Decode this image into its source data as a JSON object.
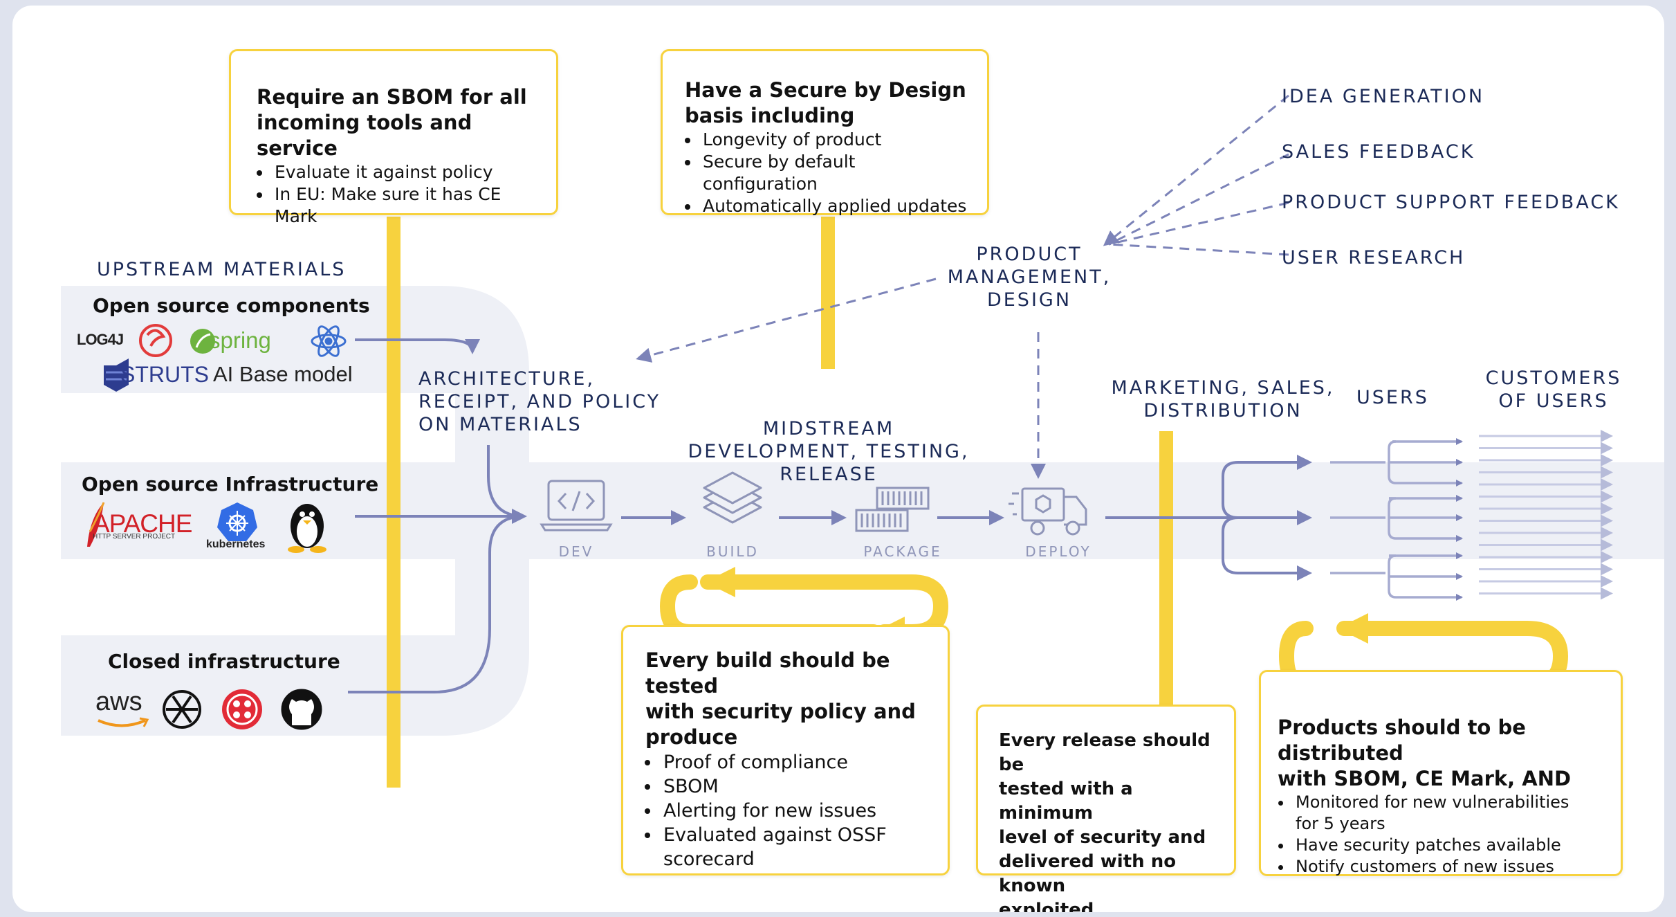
{
  "upstream": {
    "title": "UPSTREAM MATERIALS",
    "open_source_components": {
      "title": "Open source components",
      "logos": [
        "LOG4J",
        "spring",
        "STRUTS",
        "AI Base model"
      ],
      "icons": [
        "log4j-icon",
        "spring-leaf-icon",
        "react-atom-icon",
        "struts-icon"
      ]
    },
    "open_source_infrastructure": {
      "title": "Open source Infrastructure",
      "logos": [
        "APACHE",
        "HTTP SERVER PROJECT",
        "kubernetes"
      ],
      "icons": [
        "apache-feather-icon",
        "kubernetes-icon",
        "linux-penguin-icon"
      ]
    },
    "closed_infrastructure": {
      "title": "Closed infrastructure",
      "logos": [
        "aws"
      ],
      "icons": [
        "aws-icon",
        "openai-icon",
        "twilio-icon",
        "github-icon"
      ]
    }
  },
  "architecture": {
    "lines": [
      "ARCHITECTURE,",
      "RECEIPT, AND POLICY",
      "ON MATERIALS"
    ]
  },
  "midstream": {
    "lines": [
      "MIDSTREAM",
      "DEVELOPMENT, TESTING, RELEASE"
    ]
  },
  "stages": [
    {
      "label": "DEV",
      "icon": "code-laptop-icon"
    },
    {
      "label": "BUILD",
      "icon": "layers-icon"
    },
    {
      "label": "PACKAGE",
      "icon": "containers-icon"
    },
    {
      "label": "DEPLOY",
      "icon": "truck-icon"
    }
  ],
  "product_management": {
    "lines": [
      "PRODUCT",
      "MANAGEMENT,",
      "DESIGN"
    ]
  },
  "feedback_sources": [
    "IDEA GENERATION",
    "SALES FEEDBACK",
    "PRODUCT SUPPORT FEEDBACK",
    "USER RESEARCH"
  ],
  "downstream": {
    "marketing": [
      "MARKETING, SALES,",
      "DISTRIBUTION"
    ],
    "users": "USERS",
    "customers": [
      "CUSTOMERS",
      "OF USERS"
    ]
  },
  "notes": {
    "sbom": {
      "title": [
        "Require an SBOM for all",
        "incoming tools and service"
      ],
      "bullets": [
        "Evaluate it against policy",
        "In EU: Make sure it has CE Mark"
      ]
    },
    "secure_design": {
      "title": [
        "Have a Secure by Design",
        "basis including"
      ],
      "bullets": [
        "Longevity of product",
        "Secure by default configuration",
        "Automatically applied updates"
      ]
    },
    "build": {
      "title": [
        "Every build should be tested",
        "with security policy and",
        "produce"
      ],
      "bullets": [
        "Proof of compliance",
        "SBOM",
        "Alerting for new issues",
        "Evaluated against OSSF scorecard"
      ]
    },
    "release": {
      "title": [
        "Every release should be",
        "tested with a minimum",
        "level of security and",
        "delivered with no known",
        "exploited vulnerabilities"
      ]
    },
    "distribution": {
      "title": [
        "Products should to be distributed",
        "with SBOM, CE Mark, AND"
      ],
      "bullets": [
        "Monitored for new vulnerabilities for 5 years",
        "Have security patches available",
        "Notify customers of new issues"
      ]
    }
  },
  "colors": {
    "accent_yellow": "#f7d23e",
    "flow_blue": "#7c83b8",
    "band": "#eef0f6",
    "navy_text": "#1b2a57"
  }
}
